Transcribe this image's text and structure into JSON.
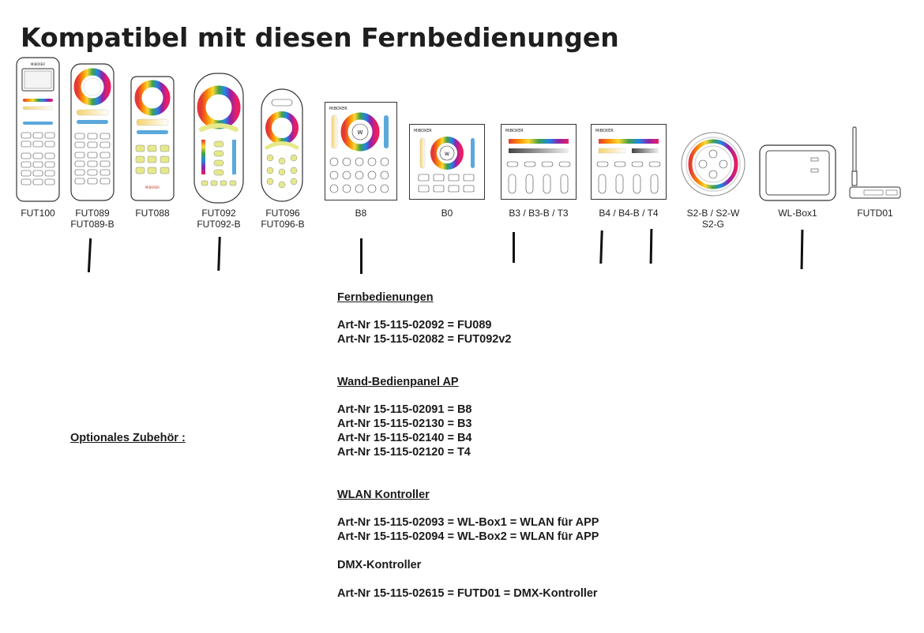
{
  "title": "Kompatibel mit diesen Fernbedienungen",
  "brand": "MiBOXER",
  "devices": [
    {
      "label1": "FUT100",
      "label2": ""
    },
    {
      "label1": "FUT089",
      "label2": "FUT089-B"
    },
    {
      "label1": "FUT088",
      "label2": ""
    },
    {
      "label1": "FUT092",
      "label2": "FUT092-B"
    },
    {
      "label1": "FUT096",
      "label2": "FUT096-B"
    },
    {
      "label1": "B8",
      "label2": ""
    },
    {
      "label1": "B0",
      "label2": ""
    },
    {
      "label1": "B3 / B3-B / T3",
      "label2": ""
    },
    {
      "label1": "B4 / B4-B / T4",
      "label2": ""
    },
    {
      "label1": "S2-B / S2-W",
      "label2": "S2-G"
    },
    {
      "label1": "WL-Box1",
      "label2": ""
    },
    {
      "label1": "FUTD01",
      "label2": ""
    }
  ],
  "optional": "Optionales Zubehör :",
  "sections": {
    "remotes_heading": "Fernbedienungen",
    "remotes": [
      "Art-Nr 15-115-02092 = FU089",
      "Art-Nr 15-115-02082 = FUT092v2"
    ],
    "panels_heading": "Wand-Bedienpanel AP",
    "panels": [
      "Art-Nr 15-115-02091 = B8",
      "Art-Nr 15-115-02130 = B3",
      "Art-Nr 15-115-02140 = B4",
      "Art-Nr 15-115-02120 = T4"
    ],
    "wlan_heading": "WLAN Kontroller",
    "wlan": [
      "Art-Nr 15-115-02093 = WL-Box1 = WLAN für APP",
      "Art-Nr 15-115-02094 = WL-Box2 = WLAN für APP"
    ],
    "dmx_heading": "DMX-Kontroller",
    "dmx": [
      "Art-Nr 15-115-02615 = FUTD01 = DMX-Kontroller"
    ]
  },
  "colors": {
    "text": "#1e1e1e",
    "remote_yellow": "#e6e98a",
    "remote_blue": "#5aa8dc"
  }
}
